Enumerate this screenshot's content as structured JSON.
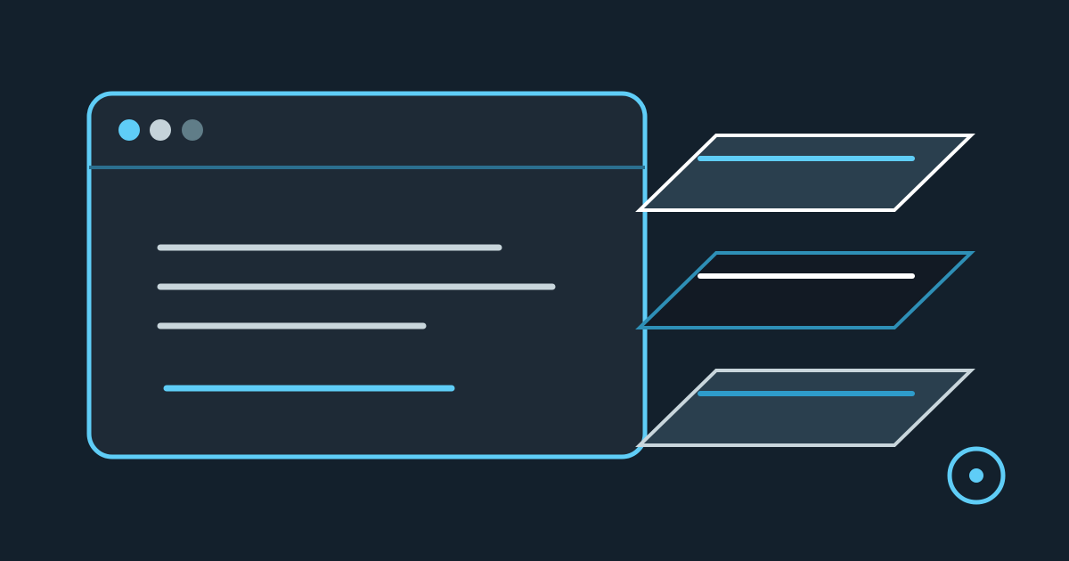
{
  "colors": {
    "background": "#13202c",
    "window_fill": "#1e2a36",
    "window_border": "#5fcdf7",
    "title_divider": "#2b6f8f",
    "dot_primary": "#5fcdf7",
    "dot_secondary": "#c5d3da",
    "dot_tertiary": "#607d88",
    "text_line": "#c9d6dc",
    "accent_line": "#5fcdf7",
    "layer_top_stroke": "#ffffff",
    "layer_top_fill": "#2a3f4e",
    "layer_top_line": "#5fcdf7",
    "layer_middle_stroke": "#2e8fb6",
    "layer_middle_fill": "#121a24",
    "layer_middle_line": "#ffffff",
    "layer_bottom_stroke": "#c9d6dc",
    "layer_bottom_fill": "#2a3f4e",
    "layer_bottom_line": "#2e9ccb",
    "target_icon": "#5fcdf7"
  },
  "window": {
    "title_dots": [
      "dot-primary",
      "dot-secondary",
      "dot-tertiary"
    ],
    "content_lines": 3,
    "accent_lines": 1
  },
  "layers": [
    "layer-top",
    "layer-middle",
    "layer-bottom"
  ],
  "icons": {
    "target": "target-icon"
  }
}
